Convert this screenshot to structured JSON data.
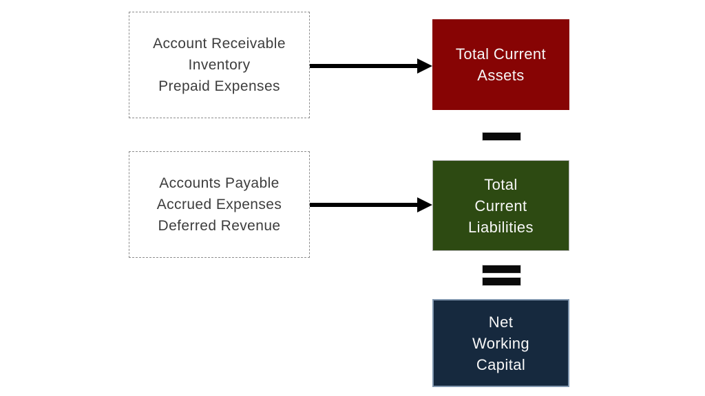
{
  "diagram": {
    "background": "#FFFFFF",
    "input_boxes": [
      {
        "id": "current-asset-components",
        "lines": [
          "Account Receivable",
          "Inventory",
          "Prepaid Expenses"
        ]
      },
      {
        "id": "current-liability-components",
        "lines": [
          "Accounts Payable",
          "Accrued Expenses",
          "Deferred Revenue"
        ]
      }
    ],
    "result_boxes": [
      {
        "id": "total-current-assets",
        "lines": [
          "Total Current",
          "Assets"
        ]
      },
      {
        "id": "total-current-liabilities",
        "lines": [
          "Total",
          "Current",
          "Liabilities"
        ]
      },
      {
        "id": "net-working-capital",
        "lines": [
          "Net",
          "Working",
          "Capital"
        ]
      }
    ],
    "operators": [
      {
        "id": "minus",
        "symbol": "−"
      },
      {
        "id": "equals",
        "symbol": "="
      }
    ],
    "colors": {
      "assets_bg": "#870404",
      "liabilities_bg": "#2D4A12",
      "nwc_bg": "#16293E",
      "result_text": "#F7F7F7",
      "input_text": "#3D3D3D",
      "dotted_border": "#8C8C8C",
      "arrow": "#000000"
    }
  }
}
